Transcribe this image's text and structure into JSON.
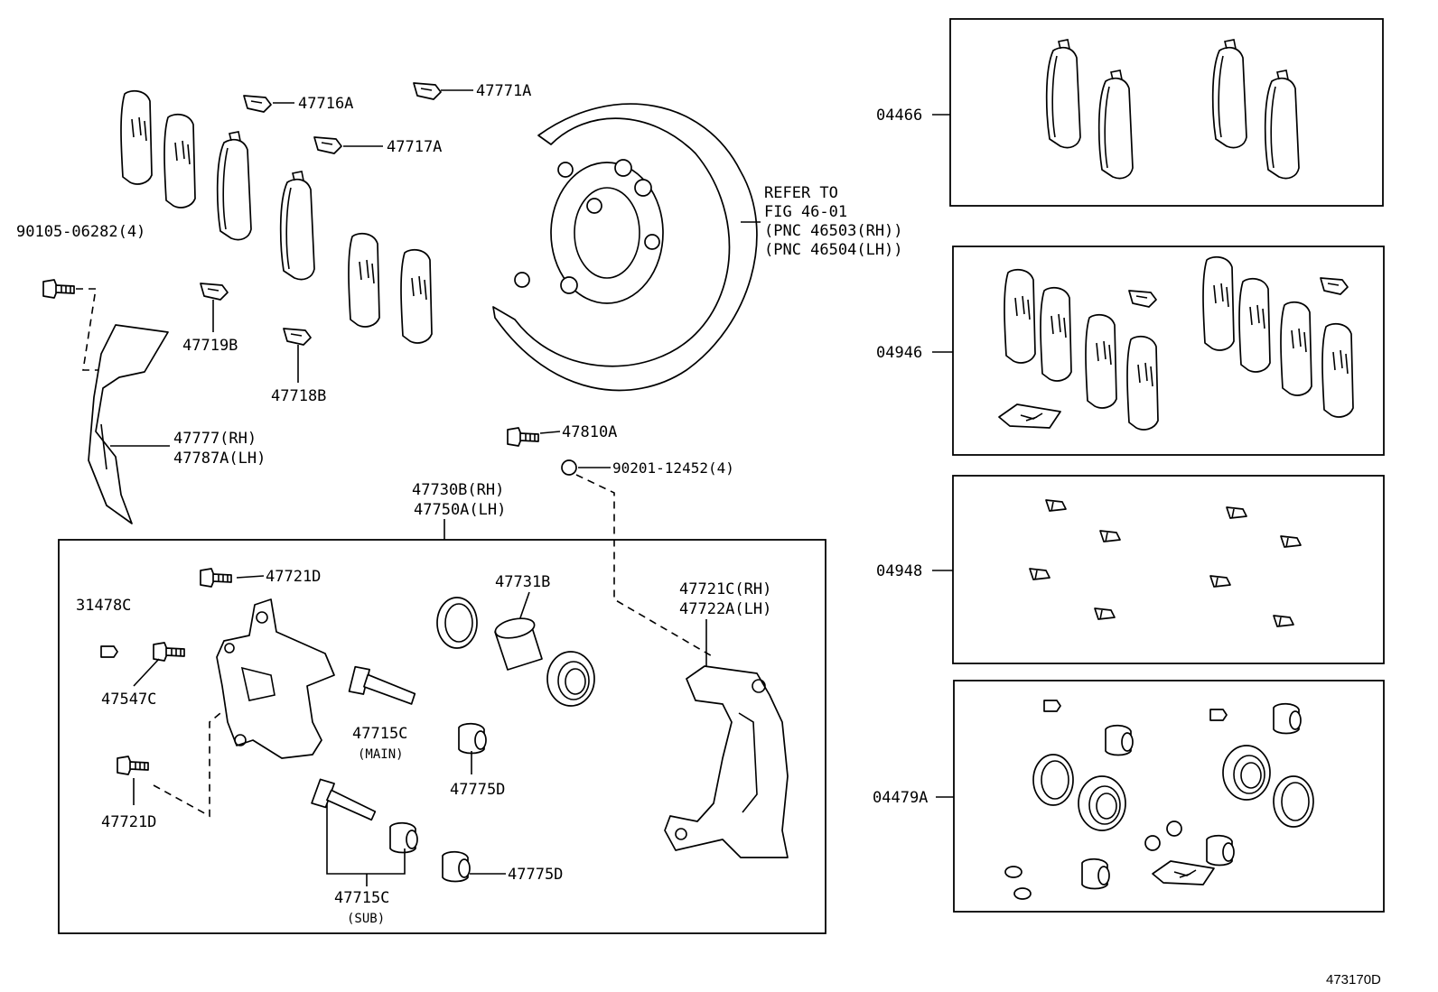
{
  "labels": {
    "p47716A": "47716A",
    "p47771A": "47771A",
    "p47717A": "47717A",
    "p90105": "90105-06282(4)",
    "p47719B": "47719B",
    "p47718B": "47718B",
    "p47777": "47777(RH)",
    "p47787A": "47787A(LH)",
    "refer1": "REFER TO",
    "refer2": "FIG 46-01",
    "refer3": "(PNC 46503(RH))",
    "refer4": "(PNC 46504(LH))",
    "p47810A": "47810A",
    "p90201": "90201-12452(4)",
    "p47730B": "47730B(RH)",
    "p47750A": "47750A(LH)",
    "p47721D_top": "47721D",
    "p31478C": "31478C",
    "p47547C": "47547C",
    "p47721D_bot": "47721D",
    "p47731B": "47731B",
    "p47715C_main": "47715C",
    "main_note": "(MAIN)",
    "p47775D_mid": "47775D",
    "p47715C_sub": "47715C",
    "sub_note": "(SUB)",
    "p47775D_bot": "47775D",
    "p47721C": "47721C(RH)",
    "p47722A": "47722A(LH)",
    "kit04466": "04466",
    "kit04946": "04946",
    "kit04948": "04948",
    "kit04479A": "04479A",
    "figure_id": "473170D"
  },
  "icons": {
    "pad": "brake-pad-icon",
    "shim": "anti-squeal-shim-icon",
    "clip": "pad-support-clip-icon",
    "bolt": "bolt-icon",
    "nut": "nut-icon",
    "dust_cover": "disc-brake-dust-cover-icon",
    "caliper": "caliper-cylinder-icon",
    "mounting": "caliper-mounting-icon",
    "piston": "piston-icon",
    "seal": "piston-seal-icon",
    "boot": "boot-icon",
    "pin": "slide-pin-icon",
    "grease": "grease-packet-icon"
  }
}
